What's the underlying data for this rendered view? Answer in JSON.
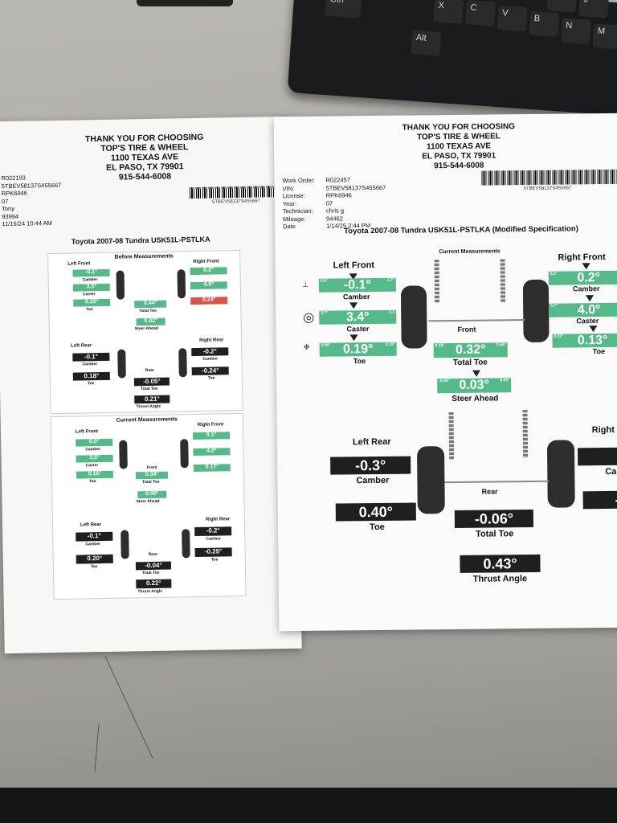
{
  "keyboard": {
    "keys": [
      "Ctrl",
      "Alt",
      "X",
      "C",
      "V",
      "B",
      "N",
      "M",
      "H",
      "J"
    ]
  },
  "left_sheet": {
    "header": [
      "THANK YOU FOR CHOOSING",
      "TOP'S TIRE & WHEEL",
      "1100 TEXAS AVE",
      "EL PASO, TX 79901",
      "915-544-6008"
    ],
    "info": [
      "R022193",
      "5TBEV58137S455667",
      "RPK6946",
      "07",
      "Tony",
      "93994",
      "11/16/24 10:44 AM"
    ],
    "barcode_text": "5TBEV58137S455667",
    "vehicle": "Toyota 2007-08 Tundra USK51L-PSTLKA",
    "before": {
      "title": "Before Measurements",
      "left_front": "Left Front",
      "right_front": "Right Front",
      "lf_camber": "-0.1°",
      "lf_caster": "3.5°",
      "lf_toe": "0.20°",
      "rf_camber": "0.2°",
      "rf_caster": "4.0°",
      "rf_toe": "0.24°",
      "front_total_toe": "0.44°",
      "steer_ahead": "0.02°",
      "left_rear": "Left Rear",
      "right_rear": "Right Rear",
      "lr_camber": "-0.1°",
      "lr_toe": "0.18°",
      "rr_camber": "-0.2°",
      "rr_toe": "-0.24°",
      "rear_total_toe": "-0.05°",
      "thrust_angle": "0.21°"
    },
    "current": {
      "title": "Current Measurements",
      "left_front": "Left Front",
      "right_front": "Right Front",
      "lf_camber": "0.0°",
      "lf_caster": "3.5°",
      "lf_toe": "0.16°",
      "rf_camber": "0.1°",
      "rf_caster": "4.0°",
      "rf_toe": "0.17°",
      "front_total_toe": "0.34°",
      "steer_ahead": "0.00°",
      "left_rear": "Left Rear",
      "right_rear": "Right Rear",
      "lr_camber": "-0.1°",
      "lr_toe": "0.20°",
      "rr_camber": "-0.2°",
      "rr_toe": "-0.25°",
      "rear_total_toe": "-0.04°",
      "thrust_angle": "0.22°"
    },
    "labels": {
      "camber": "Camber",
      "caster": "Caster",
      "toe": "Toe",
      "front": "Front",
      "rear": "Rear",
      "total_toe": "Total Toe",
      "steer_ahead": "Steer Ahead",
      "thrust_angle": "Thrust Angle"
    }
  },
  "right_sheet": {
    "header": [
      "THANK YOU FOR CHOOSING",
      "TOP'S TIRE & WHEEL",
      "1100 TEXAS AVE",
      "EL PASO, TX 79901",
      "915-544-6008"
    ],
    "info_labels": [
      "Work Order:",
      "VIN:",
      "License:",
      "Year:",
      "Technician:",
      "Mileage:",
      "Date"
    ],
    "info_values": [
      "R022457",
      "5TBEV58137S455667",
      "RPK6946",
      "07",
      "chris g",
      "94462",
      "1/14/25 2:44 PM"
    ],
    "barcode_text": "5TBEV58137S455667",
    "vehicle": "Toyota 2007-08 Tundra USK51L-PSTLKA (Modified Specification)",
    "current": {
      "title": "Current Measurements",
      "left_front": "Left Front",
      "right_front": "Right Front",
      "lf_camber": "-0.1°",
      "lf_camber_min": "0.0°",
      "lf_camber_max": "0.7°",
      "lf_caster": "3.4°",
      "lf_caster_min": "3.7°",
      "lf_caster_max": "2.2",
      "lf_toe": "0.19°",
      "lf_toe_min": "0.00°",
      "lf_toe_max": "0.33°",
      "rf_camber": "0.2°",
      "rf_camber_min": "0.2°",
      "rf_caster": "4.0°",
      "rf_caster_min": "3.7°",
      "rf_toe": "0.13°",
      "rf_toe_min": "0.22°",
      "front_total_toe": "0.32°",
      "front_total_toe_min": "0.18°",
      "front_total_toe_max": "0.40°",
      "steer_ahead": "0.03°",
      "steer_ahead_min": "-0.05°",
      "steer_ahead_max": "0.05°",
      "left_rear": "Left Rear",
      "right_rear": "Right",
      "lr_camber": "-0.3°",
      "lr_toe": "0.40°",
      "rr_camber_partial": "0",
      "rr_toe_partial": "-0",
      "rr_camber_label_partial": "Ca",
      "rear_total_toe": "-0.06°",
      "thrust_angle": "0.43°"
    },
    "labels": {
      "camber": "Camber",
      "caster": "Caster",
      "toe": "Toe",
      "front": "Front",
      "rear": "Rear",
      "total_toe": "Total Toe",
      "steer_ahead": "Steer Ahead",
      "thrust_angle": "Thrust Angle"
    }
  }
}
